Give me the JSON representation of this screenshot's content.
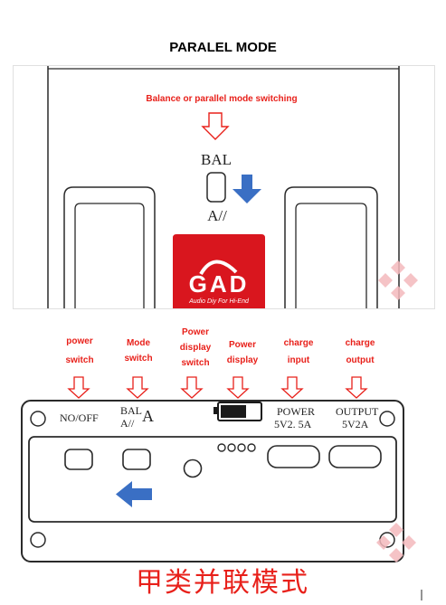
{
  "title": "PARALEL MODE",
  "top_panel": {
    "annotation": "Balance or parallel mode switching",
    "switch_label_top": "BAL",
    "switch_label_bottom": "A//",
    "logo_text": "GAD",
    "logo_tagline": "Audio Diy For Hi-End"
  },
  "bottom_panel": {
    "labels": [
      {
        "line1": "power",
        "line2": "switch"
      },
      {
        "line1": "Mode",
        "line2": "switch"
      },
      {
        "line1": "Power",
        "line2": "display",
        "line3": "switch"
      },
      {
        "line1": "Power",
        "line2": "display"
      },
      {
        "line1": "charge",
        "line2": "input"
      },
      {
        "line1": "charge",
        "line2": "output"
      }
    ],
    "panel_text": {
      "no_off": "NO/OFF",
      "bal": "BAL",
      "a_parallel": "A//",
      "a": "A",
      "power": "POWER",
      "power_spec": "5V2. 5A",
      "output": "OUTPUT",
      "output_spec": "5V2A"
    },
    "caption": "甲类并联模式"
  },
  "colors": {
    "annotation_red": "#e8201a",
    "arrow_blue": "#3a6fc4",
    "logo_red": "#d9161e",
    "line_dark": "#2a2a2a",
    "watermark": "#f4b9bd"
  },
  "icons": [
    "down-arrow-outline-icon",
    "blue-down-arrow-icon",
    "blue-left-arrow-icon",
    "battery-icon",
    "diamond-watermark-icon"
  ]
}
